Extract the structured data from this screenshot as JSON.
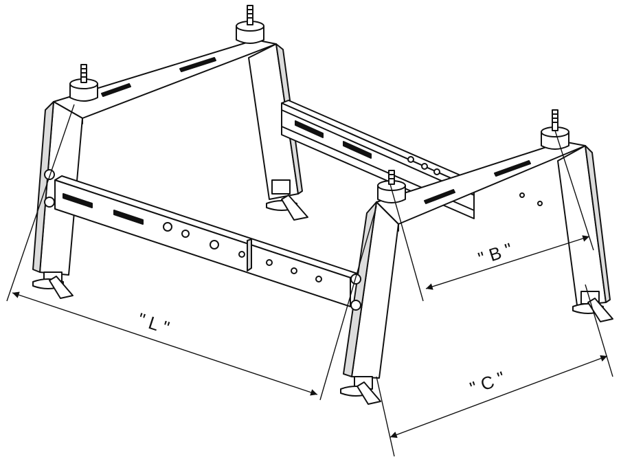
{
  "colors": {
    "ink": "#111111",
    "fill": "#ffffff",
    "shade": "#dcdcdc"
  },
  "dimensions": {
    "length": "\" L \"",
    "depth": "\" B \"",
    "span": "\" C \""
  }
}
